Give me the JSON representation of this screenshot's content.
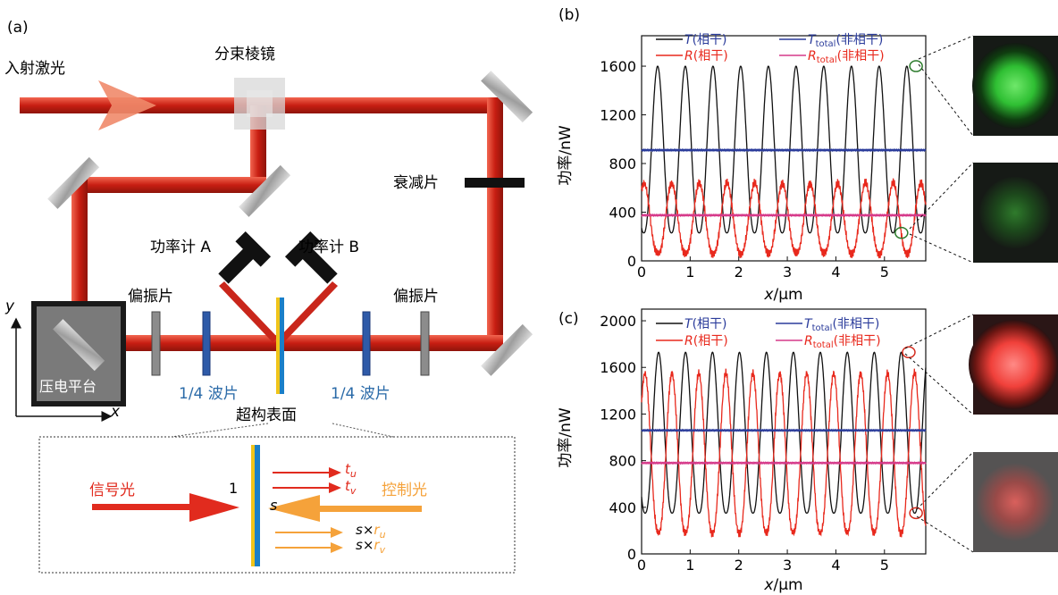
{
  "panel_a": {
    "panel_label": "(a)",
    "labels": {
      "incident_laser": "入射激光",
      "beam_splitter": "分束棱镜",
      "attenuator": "衰减片",
      "power_meter_a": "功率计 A",
      "power_meter_b": "功率计 B",
      "polarizer_left": "偏振片",
      "polarizer_right": "偏振片",
      "piezo_stage": "压电平台",
      "qwp_left": "1/4 波片",
      "qwp_right": "1/4 波片",
      "metasurface": "超构表面",
      "axis_y": "y",
      "axis_x": "x"
    },
    "inset": {
      "signal_light": "信号光",
      "control_light": "控制光",
      "amp_1": "1",
      "amp_s": "s",
      "t_u_base": "t",
      "t_u_sub": "u",
      "t_v_base": "t",
      "t_v_sub": "v",
      "sr_u_base": "s×",
      "sr_u_r": "r",
      "sr_u_sub": "u",
      "sr_v_base": "s×",
      "sr_v_r": "r",
      "sr_v_sub": "v"
    },
    "colors": {
      "beam": "#d42a1c",
      "meta_blue": "#1a7fc8",
      "meta_yellow": "#f0c419",
      "control": "#f5a23a",
      "signal": "#e12b1e"
    }
  },
  "chart_data": [
    {
      "panel_label": "(b)",
      "type": "line",
      "xlabel_var": "x",
      "xlabel_unit": "/μm",
      "ylabel": "功率/nW",
      "xlim": [
        0,
        5.85
      ],
      "ylim": [
        0,
        1850
      ],
      "xticks": [
        0,
        1,
        2,
        3,
        4,
        5
      ],
      "yticks": [
        0,
        400,
        800,
        1200,
        1600
      ],
      "legend": [
        "T(相干)",
        "R(相干)",
        "Ttotal(非相干)",
        "Rtotal(非相干)"
      ],
      "legend_parts": {
        "t_var": "T",
        "t_rest": "(相干)",
        "r_var": "R",
        "r_rest": "(相干)",
        "tt_var": "T",
        "tt_sub": "total",
        "tt_rest": "(非相干)",
        "rt_var": "R",
        "rt_sub": "total",
        "rt_rest": "(非相干)"
      },
      "legend_placement": "top",
      "series": [
        {
          "name": "T(相干)",
          "color": "#111111",
          "style": "sinusoid",
          "period": 0.57,
          "phase_x": 0.33,
          "min": 230,
          "max": 1600
        },
        {
          "name": "R(相干)",
          "color": "#e8291d",
          "style": "sinusoid",
          "period": 0.57,
          "phase_x": 0.05,
          "min": 60,
          "max": 640
        },
        {
          "name": "Ttotal(非相干)",
          "color": "#2b3c9b",
          "style": "constant",
          "value": 910
        },
        {
          "name": "Rtotal(非相干)",
          "color": "#d63a8a",
          "style": "constant",
          "value": 375
        }
      ],
      "markers": [
        {
          "x": 5.65,
          "y": 1600
        },
        {
          "x": 5.35,
          "y": 230
        }
      ]
    },
    {
      "panel_label": "(c)",
      "type": "line",
      "xlabel_var": "x",
      "xlabel_unit": "/μm",
      "ylabel": "功率/nW",
      "xlim": [
        0,
        5.85
      ],
      "ylim": [
        0,
        2100
      ],
      "xticks": [
        0,
        1,
        2,
        3,
        4,
        5
      ],
      "yticks": [
        0,
        400,
        800,
        1200,
        1600,
        2000
      ],
      "legend": [
        "T(相干)",
        "R(相干)",
        "Ttotal(非相干)",
        "Rtotal(非相干)"
      ],
      "legend_parts": {
        "t_var": "T",
        "t_rest": "(相干)",
        "r_var": "R",
        "r_rest": "(相干)",
        "tt_var": "T",
        "tt_sub": "total",
        "tt_rest": "(非相干)",
        "rt_var": "R",
        "rt_sub": "total",
        "rt_rest": "(非相干)"
      },
      "legend_placement": "top",
      "series": [
        {
          "name": "T(相干)",
          "color": "#111111",
          "style": "sinusoid",
          "period": 0.555,
          "phase_x": 0.35,
          "min": 350,
          "max": 1730
        },
        {
          "name": "R(相干)",
          "color": "#e8291d",
          "style": "sinusoid",
          "period": 0.555,
          "phase_x": 0.07,
          "min": 180,
          "max": 1550
        },
        {
          "name": "Ttotal(非相干)",
          "color": "#2b3c9b",
          "style": "constant",
          "value": 1060
        },
        {
          "name": "Rtotal(非相干)",
          "color": "#d63a8a",
          "style": "constant",
          "value": 780
        }
      ],
      "markers": [
        {
          "x": 5.5,
          "y": 1730
        },
        {
          "x": 5.65,
          "y": 350
        }
      ]
    }
  ]
}
